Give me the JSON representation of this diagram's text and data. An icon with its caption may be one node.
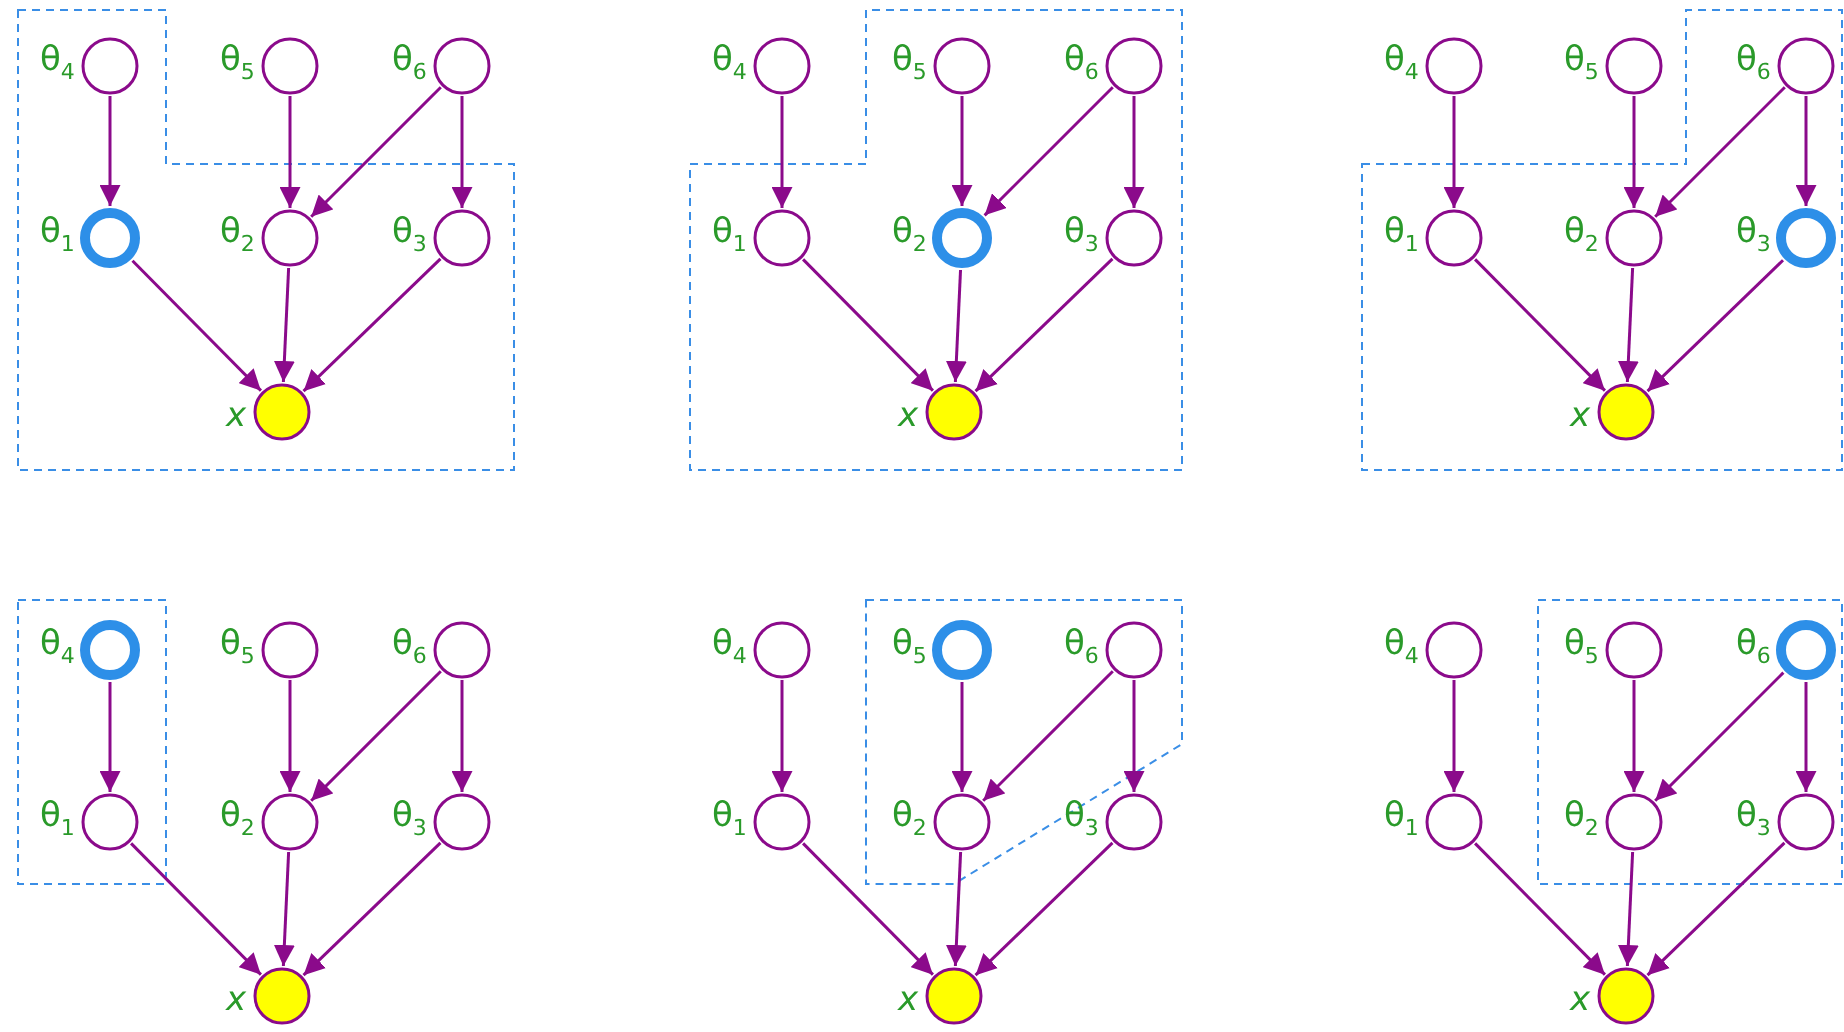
{
  "diagram": {
    "nodes": [
      {
        "text": [],
        "shape": "circle",
        "beside": [
          "θ$_{4}$"
        ]
      },
      {
        "text": [],
        "shape": "circle",
        "beside": [
          "θ$_{5}$"
        ]
      },
      {
        "text": [],
        "shape": "circle",
        "beside": [
          "θ$_{6}$"
        ]
      },
      {
        "text": [],
        "shape": "circle",
        "beside": [
          "θ$_{1}$"
        ]
      },
      {
        "text": [],
        "shape": "circle",
        "beside": [
          "θ$_{2}$"
        ]
      },
      {
        "text": [],
        "shape": "circle",
        "beside": [
          "θ$_{3}$"
        ]
      },
      {
        "text": [],
        "shape": "circle",
        "beside": [
          "x"
        ]
      },
      {
        "text": [],
        "shape": "circle",
        "beside": [
          "θ$_{4}$"
        ]
      },
      {
        "text": [],
        "shape": "circle",
        "beside": [
          "θ$_{5}$"
        ]
      },
      {
        "text": [],
        "shape": "circle",
        "beside": [
          "θ$_{6}$"
        ]
      },
      {
        "text": [],
        "shape": "circle",
        "beside": [
          "θ$_{1}$"
        ]
      },
      {
        "text": [],
        "shape": "circle",
        "beside": [
          "θ$_{2}$"
        ]
      },
      {
        "text": [],
        "shape": "circle",
        "beside": [
          "θ$_{3}$"
        ]
      },
      {
        "text": [],
        "shape": "circle",
        "beside": [
          "x"
        ]
      },
      {
        "text": [],
        "shape": "circle",
        "beside": [
          "θ$_{4}$"
        ]
      },
      {
        "text": [],
        "shape": "circle",
        "beside": [
          "θ$_{5}$"
        ]
      },
      {
        "text": [],
        "shape": "circle",
        "beside": [
          "θ$_{6}$"
        ]
      },
      {
        "text": [],
        "shape": "circle",
        "beside": [
          "θ$_{1}$"
        ]
      },
      {
        "text": [],
        "shape": "circle",
        "beside": [
          "θ$_{2}$"
        ]
      },
      {
        "text": [],
        "shape": "circle",
        "beside": [
          "θ$_{3}$"
        ]
      },
      {
        "text": [],
        "shape": "circle",
        "beside": [
          "x"
        ]
      },
      {
        "text": [],
        "shape": "circle",
        "beside": [
          "θ$_{4}$"
        ]
      },
      {
        "text": [],
        "shape": "circle",
        "beside": [
          "θ$_{5}$"
        ]
      },
      {
        "text": [],
        "shape": "circle",
        "beside": [
          "θ$_{6}$"
        ]
      },
      {
        "text": [],
        "shape": "circle",
        "beside": [
          "θ$_{1}$"
        ]
      },
      {
        "text": [],
        "shape": "circle",
        "beside": [
          "θ$_{2}$"
        ]
      },
      {
        "text": [],
        "shape": "circle",
        "beside": [
          "θ$_{3}$"
        ]
      },
      {
        "text": [],
        "shape": "circle",
        "beside": [
          "x"
        ]
      },
      {
        "text": [],
        "shape": "circle",
        "beside": [
          "θ$_{4}$"
        ]
      },
      {
        "text": [],
        "shape": "circle",
        "beside": [
          "θ$_{5}$"
        ]
      },
      {
        "text": [],
        "shape": "circle",
        "beside": [
          "θ$_{6}$"
        ]
      },
      {
        "text": [],
        "shape": "circle",
        "beside": [
          "θ$_{1}$"
        ]
      },
      {
        "text": [],
        "shape": "circle",
        "beside": [
          "θ$_{2}$"
        ]
      },
      {
        "text": [],
        "shape": "circle",
        "beside": [
          "θ$_{3}$"
        ]
      },
      {
        "text": [],
        "shape": "circle",
        "beside": [
          "x"
        ]
      },
      {
        "text": [],
        "shape": "circle",
        "beside": [
          "θ$_{4}$"
        ]
      },
      {
        "text": [],
        "shape": "circle",
        "beside": [
          "θ$_{5}$"
        ]
      },
      {
        "text": [],
        "shape": "circle",
        "beside": [
          "θ$_{6}$"
        ]
      },
      {
        "text": [],
        "shape": "circle",
        "beside": [
          "θ$_{1}$"
        ]
      },
      {
        "text": [],
        "shape": "circle",
        "beside": [
          "θ$_{2}$"
        ]
      },
      {
        "text": [],
        "shape": "circle",
        "beside": [
          "θ$_{3}$"
        ]
      },
      {
        "text": [],
        "shape": "circle",
        "beside": [
          "x"
        ]
      }
    ],
    "edges": [
      {
        "from": 0,
        "to": 3,
        "arrow": "to"
      },
      {
        "from": 1,
        "to": 4,
        "arrow": "to"
      },
      {
        "from": 2,
        "to": 4,
        "arrow": "to"
      },
      {
        "from": 2,
        "to": 5,
        "arrow": "to"
      },
      {
        "from": 3,
        "to": 6,
        "arrow": "to"
      },
      {
        "from": 4,
        "to": 6,
        "arrow": "to"
      },
      {
        "from": 5,
        "to": 6,
        "arrow": "to"
      },
      {
        "from": 7,
        "to": 10,
        "arrow": "to"
      },
      {
        "from": 8,
        "to": 11,
        "arrow": "to"
      },
      {
        "from": 9,
        "to": 11,
        "arrow": "to"
      },
      {
        "from": 9,
        "to": 12,
        "arrow": "to"
      },
      {
        "from": 10,
        "to": 13,
        "arrow": "to"
      },
      {
        "from": 11,
        "to": 13,
        "arrow": "to"
      },
      {
        "from": 12,
        "to": 13,
        "arrow": "to"
      },
      {
        "from": 14,
        "to": 17,
        "arrow": "to"
      },
      {
        "from": 15,
        "to": 18,
        "arrow": "to"
      },
      {
        "from": 16,
        "to": 18,
        "arrow": "to"
      },
      {
        "from": 16,
        "to": 19,
        "arrow": "to"
      },
      {
        "from": 17,
        "to": 20,
        "arrow": "to"
      },
      {
        "from": 18,
        "to": 20,
        "arrow": "to"
      },
      {
        "from": 19,
        "to": 20,
        "arrow": "to"
      },
      {
        "from": 21,
        "to": 24,
        "arrow": "to"
      },
      {
        "from": 22,
        "to": 25,
        "arrow": "to"
      },
      {
        "from": 23,
        "to": 25,
        "arrow": "to"
      },
      {
        "from": 23,
        "to": 26,
        "arrow": "to"
      },
      {
        "from": 24,
        "to": 27,
        "arrow": "to"
      },
      {
        "from": 25,
        "to": 27,
        "arrow": "to"
      },
      {
        "from": 26,
        "to": 27,
        "arrow": "to"
      },
      {
        "from": 28,
        "to": 31,
        "arrow": "to"
      },
      {
        "from": 29,
        "to": 32,
        "arrow": "to"
      },
      {
        "from": 30,
        "to": 32,
        "arrow": "to"
      },
      {
        "from": 30,
        "to": 33,
        "arrow": "to"
      },
      {
        "from": 31,
        "to": 34,
        "arrow": "to"
      },
      {
        "from": 32,
        "to": 34,
        "arrow": "to"
      },
      {
        "from": 33,
        "to": 34,
        "arrow": "to"
      },
      {
        "from": 35,
        "to": 38,
        "arrow": "to"
      },
      {
        "from": 36,
        "to": 39,
        "arrow": "to"
      },
      {
        "from": 37,
        "to": 39,
        "arrow": "to"
      },
      {
        "from": 37,
        "to": 40,
        "arrow": "to"
      },
      {
        "from": 38,
        "to": 41,
        "arrow": "to"
      },
      {
        "from": 39,
        "to": 41,
        "arrow": "to"
      },
      {
        "from": 40,
        "to": 41,
        "arrow": "to"
      }
    ]
  }
}
